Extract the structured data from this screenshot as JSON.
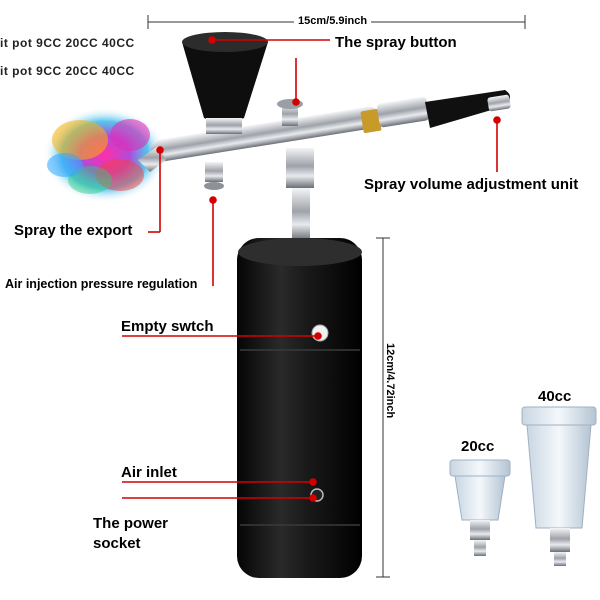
{
  "labels": {
    "width_dim": "15cm/5.9inch",
    "height_dim": "12cm/4.72inch",
    "spray_button": "The spray button",
    "spray_volume": "Spray volume adjustment unit",
    "spray_export": "Spray the export",
    "air_pressure": "Air injection pressure regulation",
    "empty_switch": "Empty swtch",
    "air_inlet": "Air inlet",
    "power_socket_line1": "The power",
    "power_socket_line2": "socket",
    "cup_20": "20cc",
    "cup_40": "40cc",
    "faded_line1": "it pot 9CC 20CC 40CC",
    "faded_line2": "it pot 9CC 20CC 40CC"
  },
  "colors": {
    "leader": "#d40000",
    "body": "#111111",
    "chrome": "#b9bcc2"
  }
}
